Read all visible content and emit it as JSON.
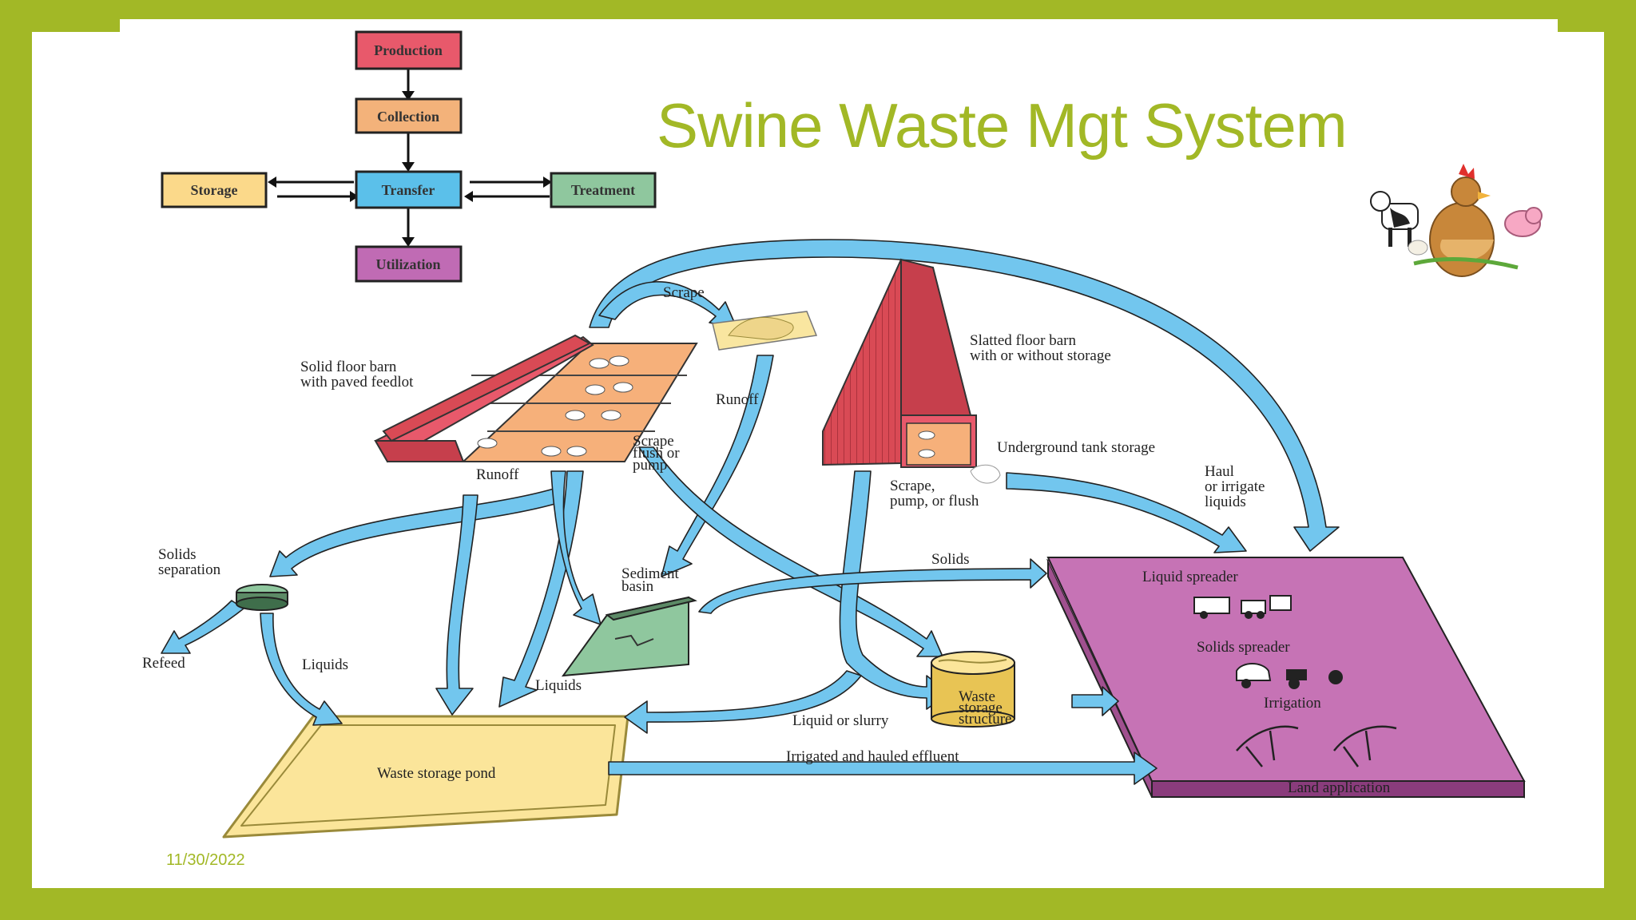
{
  "slide": {
    "title": "Swine Waste Mgt System",
    "date": "11/30/2022"
  },
  "flowchart": {
    "production": "Production",
    "collection": "Collection",
    "transfer": "Transfer",
    "storage": "Storage",
    "treatment": "Treatment",
    "utilization": "Utilization"
  },
  "labels": {
    "scrape_top": "Scrape",
    "solid_barn_l1": "Solid floor barn",
    "solid_barn_l2": "with paved feedlot",
    "runoff_center": "Runoff",
    "runoff_left": "Runoff",
    "scrape_flush_l1": "Scrape",
    "scrape_flush_l2": "flush or",
    "scrape_flush_l3": "pump",
    "slatted_l1": "Slatted floor barn",
    "slatted_l2": "with or without storage",
    "underground": "Underground tank storage",
    "scrape_pump_l1": "Scrape,",
    "scrape_pump_l2": "pump, or flush",
    "haul_l1": "Haul",
    "haul_l2": "or irrigate",
    "haul_l3": "liquids",
    "solids_sep_l1": "Solids",
    "solids_sep_l2": "separation",
    "refeed": "Refeed",
    "liquids_left": "Liquids",
    "sediment_l1": "Sediment",
    "sediment_l2": "basin",
    "liquids_basin": "Liquids",
    "solids_mid": "Solids",
    "liquid_slurry": "Liquid or slurry",
    "waste_struct_l1": "Waste",
    "waste_struct_l2": "storage",
    "waste_struct_l3": "structure",
    "pond": "Waste storage pond",
    "effluent": "Irrigated and hauled effluent",
    "liquid_spreader": "Liquid spreader",
    "solids_spreader": "Solids spreader",
    "irrigation": "Irrigation",
    "land_application": "Land application"
  },
  "colors": {
    "accent": "#a2b826",
    "arrow": "#72c6ee",
    "production": "#e8596b",
    "collection": "#f3b27a",
    "transfer": "#5bc0ea",
    "storage": "#fbd98a",
    "treatment": "#8fc79e",
    "utilization": "#c06bb4",
    "land": "#c673b5",
    "pond": "#fbe59a",
    "barn": "#d94a55"
  },
  "icons": [
    "farm-animals-icon",
    "liquid-spreader-icon",
    "solids-spreader-icon",
    "irrigation-icon"
  ]
}
